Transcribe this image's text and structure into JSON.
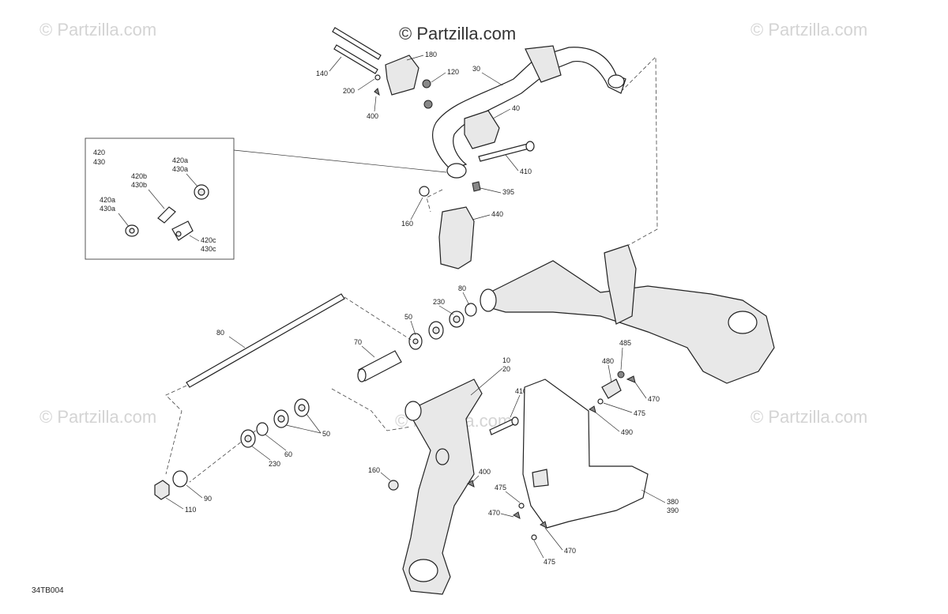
{
  "watermarks": {
    "main": "© Partzilla.com",
    "faint": "© Partzilla.com"
  },
  "diagram_code": "34TB004",
  "colors": {
    "line": "#222222",
    "watermark": "#d4d4d4",
    "background": "#ffffff"
  },
  "callouts": {
    "c180": "180",
    "c140": "140",
    "c120": "120",
    "c30": "30",
    "c200": "200",
    "c400a": "400",
    "c40": "40",
    "c420": "420",
    "c430": "430",
    "c420a_1": "420a",
    "c430a_1": "430a",
    "c420b": "420b",
    "c430b": "430b",
    "c420a_2": "420a",
    "c430a_2": "430a",
    "c420c": "420c",
    "c430c": "430c",
    "c410a": "410",
    "c395": "395",
    "c160a": "160",
    "c440": "440",
    "c80a": "80",
    "c230a": "230",
    "c50a": "50",
    "c80b": "80",
    "c70": "70",
    "c10": "10",
    "c20": "20",
    "c485": "485",
    "c480": "480",
    "c470a": "470",
    "c410b": "410",
    "c475a": "475",
    "c490": "490",
    "c50b": "50",
    "c60": "60",
    "c230b": "230",
    "c90": "90",
    "c110": "110",
    "c160b": "160",
    "c400b": "400",
    "c475b": "475",
    "c470b": "470",
    "c380": "380",
    "c390": "390",
    "c470c": "470",
    "c475c": "475"
  }
}
